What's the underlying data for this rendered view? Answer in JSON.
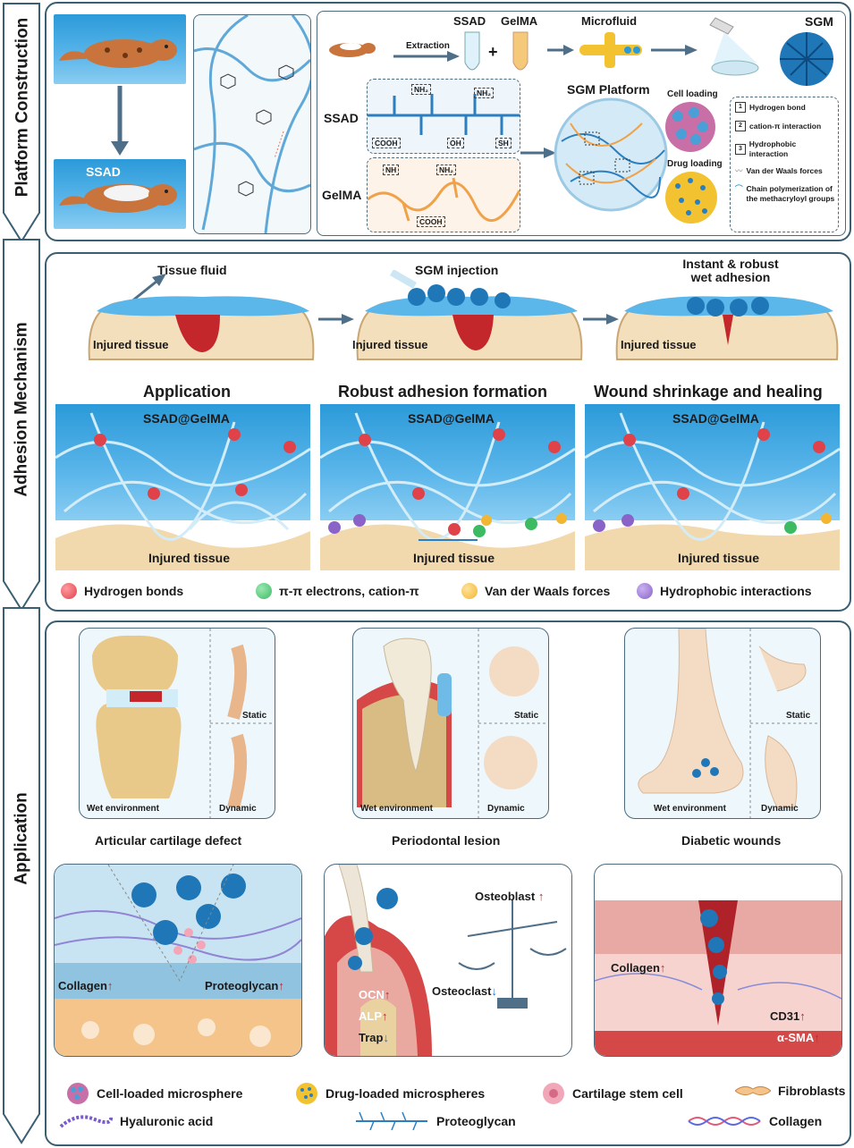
{
  "sections": {
    "platform": "Platform Construction",
    "adhesion": "Adhesion Mechanism",
    "application": "Application"
  },
  "platform": {
    "ssad_label": "SSAD",
    "extraction": "Extraction",
    "ssad_tube": "SSAD",
    "gelma_tube": "GelMA",
    "plus": "+",
    "microfluid": "Microfluid",
    "sgm": "SGM",
    "sgm_platform": "SGM Platform",
    "ssad_row": "SSAD",
    "gelma_row": "GelMA",
    "cell_loading": "Cell loading",
    "drug_loading": "Drug loading",
    "groups": {
      "nh2a": "NH₂",
      "nh2b": "NH₂",
      "cooh": "COOH",
      "oh": "OH",
      "sh": "SH",
      "nh": "NH",
      "nh2c": "NH₂",
      "cooh2": "COOH"
    },
    "interactions": [
      {
        "num": "1",
        "text": "Hydrogen bond"
      },
      {
        "num": "2",
        "text": "cation-π interaction"
      },
      {
        "num": "3",
        "text": "Hydrophobic interaction"
      },
      {
        "num": "",
        "text": "Van der Waals forces"
      },
      {
        "num": "",
        "text": "Chain polymerization of the methacryloyl groups"
      }
    ]
  },
  "adhesion": {
    "steps": [
      {
        "title": "Tissue fluid",
        "tissue": "Injured tissue"
      },
      {
        "title": "SGM injection",
        "tissue": "Injured tissue"
      },
      {
        "title": "Instant & robust wet adhesion",
        "tissue": "Injured tissue"
      }
    ],
    "panels": [
      {
        "title": "Application",
        "material": "SSAD@GelMA",
        "tissue": "Injured tissue"
      },
      {
        "title": "Robust adhesion formation",
        "material": "SSAD@GelMA",
        "tissue": "Injured tissue"
      },
      {
        "title": "Wound shrinkage and healing",
        "material": "SSAD@GelMA",
        "tissue": "Injured tissue"
      }
    ],
    "legend": [
      {
        "label": "Hydrogen bonds",
        "color": "#e0424a"
      },
      {
        "label": "π-π electrons, cation-π",
        "color": "#3dbb63"
      },
      {
        "label": "Van der Waals forces",
        "color": "#f2b632"
      },
      {
        "label": "Hydrophobic interactions",
        "color": "#8a63c9"
      }
    ]
  },
  "application": {
    "cases": [
      {
        "name": "Articular cartilage defect",
        "static": "Static",
        "dynamic": "Dynamic",
        "wet": "Wet environment",
        "markers": [
          {
            "text": "Collagen",
            "dir": "up"
          },
          {
            "text": "Proteoglycan",
            "dir": "up"
          }
        ]
      },
      {
        "name": "Periodontal lesion",
        "static": "Static",
        "dynamic": "Dynamic",
        "wet": "Wet environment",
        "markers": [
          {
            "text": "OCN",
            "dir": "up"
          },
          {
            "text": "ALP",
            "dir": "up"
          },
          {
            "text": "Trap",
            "dir": "down"
          },
          {
            "text": "Osteoblast",
            "dir": "up"
          },
          {
            "text": "Osteoclast",
            "dir": "down"
          }
        ]
      },
      {
        "name": "Diabetic wounds",
        "static": "Static",
        "dynamic": "Dynamic",
        "wet": "Wet environment",
        "markers": [
          {
            "text": "Collagen",
            "dir": "up"
          },
          {
            "text": "CD31",
            "dir": "up"
          },
          {
            "text": "α-SMA",
            "dir": "up"
          }
        ]
      }
    ],
    "legend": [
      {
        "label": "Cell-loaded microsphere"
      },
      {
        "label": "Drug-loaded microspheres"
      },
      {
        "label": "Cartilage stem cell"
      },
      {
        "label": "Fibroblasts"
      },
      {
        "label": "Hyaluronic acid"
      },
      {
        "label": "Proteoglycan"
      },
      {
        "label": "Collagen"
      }
    ],
    "up_arrow": "↑",
    "down_arrow": "↓"
  },
  "colors": {
    "frame": "#3b5f72",
    "water": "#2b9ad9",
    "tissue": "#eccd98",
    "wound": "#c3262b",
    "up_arrow": "#c0282d",
    "down_arrow": "#2a6fc0"
  }
}
